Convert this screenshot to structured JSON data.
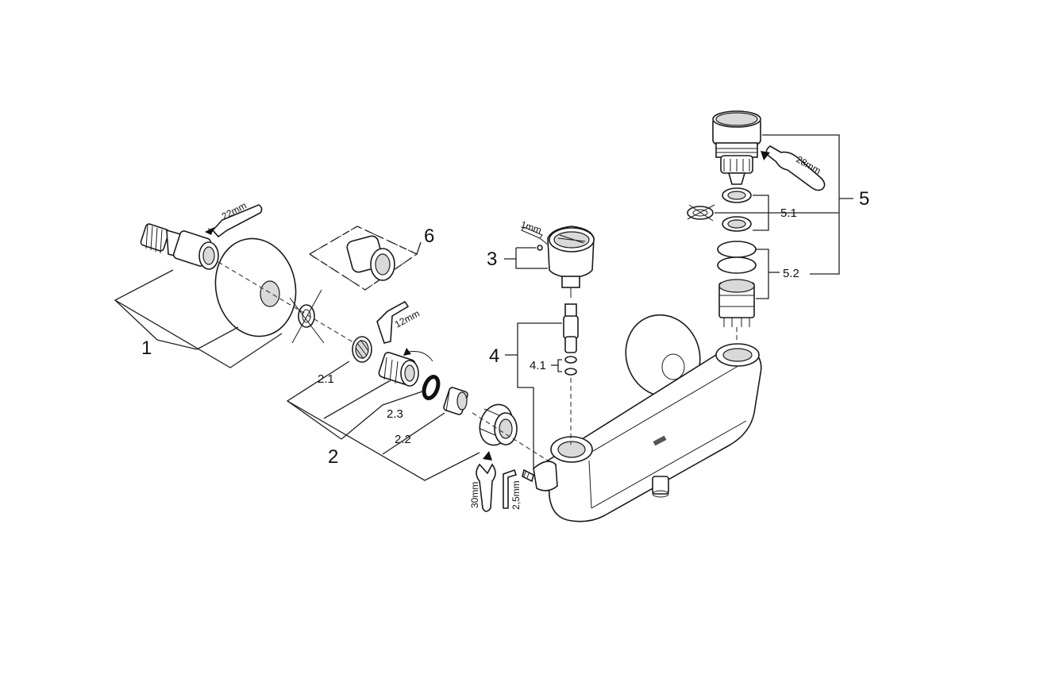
{
  "labels": {
    "p1": "1",
    "p2": "2",
    "p2_1": "2.1",
    "p2_2": "2.2",
    "p2_3": "2.3",
    "p3": "3",
    "p4": "4",
    "p4_1": "4.1",
    "p5": "5",
    "p5_1": "5.1",
    "p5_2": "5.2",
    "p6": "6"
  },
  "tools": {
    "wrench_22": "22mm",
    "hex_12": "12mm",
    "hex_1": "1mm",
    "wrench_28": "28mm",
    "wrench_30": "30mm",
    "hex_2_5": "2,5mm"
  }
}
